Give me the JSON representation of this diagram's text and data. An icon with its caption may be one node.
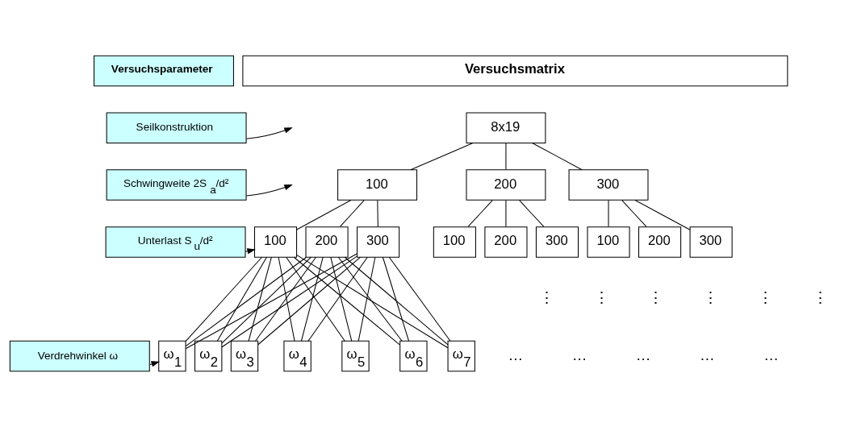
{
  "diagram": {
    "nodes": [
      {
        "text": [
          "Versuchsparameter"
        ]
      },
      {
        "text": [
          "Versuchsmatrix"
        ]
      },
      {
        "text": [
          "Seilkonstruktion"
        ]
      },
      {
        "text": [
          "8x19"
        ]
      },
      {
        "text": [
          "Schwingweite 2S$_{a}$/d²"
        ]
      },
      {
        "text": [
          "100"
        ]
      },
      {
        "text": [
          "200"
        ]
      },
      {
        "text": [
          "300"
        ]
      },
      {
        "text": [
          "Unterlast S$_{u}$/d²"
        ]
      },
      {
        "text": [
          "100"
        ]
      },
      {
        "text": [
          "200"
        ]
      },
      {
        "text": [
          "300"
        ]
      },
      {
        "text": [
          "100"
        ]
      },
      {
        "text": [
          "200"
        ]
      },
      {
        "text": [
          "300"
        ]
      },
      {
        "text": [
          "100"
        ]
      },
      {
        "text": [
          "200"
        ]
      },
      {
        "text": [
          "300"
        ]
      },
      {
        "text": [
          "Verdrehwinkel ω"
        ]
      },
      {
        "text": [
          "ω$_{1}$"
        ]
      },
      {
        "text": [
          "ω$_{2}$"
        ]
      },
      {
        "text": [
          "ω$_{3}$"
        ]
      },
      {
        "text": [
          "ω$_{4}$"
        ]
      },
      {
        "text": [
          "ω$_{5}$"
        ]
      },
      {
        "text": [
          "ω$_{6}$"
        ]
      },
      {
        "text": [
          "ω$_{7}$"
        ]
      }
    ],
    "edges": [
      {
        "from": 2,
        "to": null,
        "arrow": "to"
      },
      {
        "from": 3,
        "to": 5,
        "arrow": "none"
      },
      {
        "from": 3,
        "to": 6,
        "arrow": "none"
      },
      {
        "from": 3,
        "to": 7,
        "arrow": "none"
      },
      {
        "from": 4,
        "to": null,
        "arrow": "to"
      },
      {
        "from": 5,
        "to": 9,
        "arrow": "none"
      },
      {
        "from": 5,
        "to": 10,
        "arrow": "none"
      },
      {
        "from": 5,
        "to": 11,
        "arrow": "none"
      },
      {
        "from": 6,
        "to": 12,
        "arrow": "none"
      },
      {
        "from": 6,
        "to": 13,
        "arrow": "none"
      },
      {
        "from": 6,
        "to": 14,
        "arrow": "none"
      },
      {
        "from": 7,
        "to": 15,
        "arrow": "none"
      },
      {
        "from": 7,
        "to": 16,
        "arrow": "none"
      },
      {
        "from": 7,
        "to": 17,
        "arrow": "none"
      },
      {
        "from": 8,
        "to": 9,
        "arrow": "to"
      },
      {
        "from": 9,
        "to": 19,
        "arrow": "none"
      },
      {
        "from": 9,
        "to": 20,
        "arrow": "none"
      },
      {
        "from": 9,
        "to": 21,
        "arrow": "none"
      },
      {
        "from": 9,
        "to": 22,
        "arrow": "none"
      },
      {
        "from": 9,
        "to": 23,
        "arrow": "none"
      },
      {
        "from": 9,
        "to": 24,
        "arrow": "none"
      },
      {
        "from": 9,
        "to": 25,
        "arrow": "none"
      },
      {
        "from": 10,
        "to": 19,
        "arrow": "none"
      },
      {
        "from": 10,
        "to": 20,
        "arrow": "none"
      },
      {
        "from": 10,
        "to": 21,
        "arrow": "none"
      },
      {
        "from": 10,
        "to": 22,
        "arrow": "none"
      },
      {
        "from": 10,
        "to": 23,
        "arrow": "none"
      },
      {
        "from": 10,
        "to": 24,
        "arrow": "none"
      },
      {
        "from": 10,
        "to": 25,
        "arrow": "none"
      },
      {
        "from": 11,
        "to": 19,
        "arrow": "none"
      },
      {
        "from": 11,
        "to": 20,
        "arrow": "none"
      },
      {
        "from": 11,
        "to": 21,
        "arrow": "none"
      },
      {
        "from": 11,
        "to": 22,
        "arrow": "none"
      },
      {
        "from": 11,
        "to": 23,
        "arrow": "none"
      },
      {
        "from": 11,
        "to": 24,
        "arrow": "none"
      },
      {
        "from": 11,
        "to": 25,
        "arrow": "none"
      },
      {
        "from": 18,
        "to": 19,
        "arrow": "to"
      }
    ],
    "labels": [
      "⋮",
      "⋮",
      "⋮",
      "⋮",
      "⋮",
      "⋮",
      "…",
      "…",
      "…",
      "…",
      "…"
    ]
  }
}
